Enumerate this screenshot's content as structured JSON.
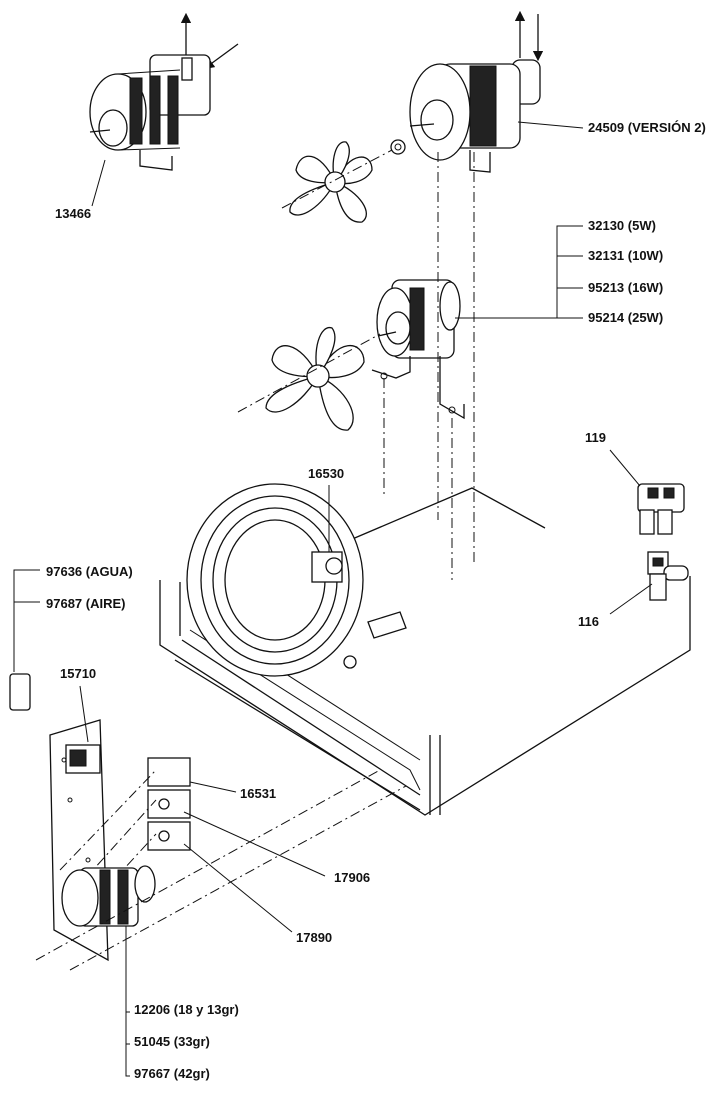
{
  "labels": {
    "p13466": "13466",
    "p24509": "24509 (VERSIÓN 2)",
    "p32130": "32130 (5W)",
    "p32131": "32131 (10W)",
    "p95213": "95213 (16W)",
    "p95214": "95214 (25W)",
    "p119": "119",
    "p16530": "16530",
    "p116": "116",
    "p97636": "97636 (AGUA)",
    "p97687": "97687 (AIRE)",
    "p15710": "15710",
    "p16531": "16531",
    "p17906": "17906",
    "p17890": "17890",
    "p12206": "12206 (18 y 13gr)",
    "p51045": "51045 (33gr)",
    "p97667": "97667 (42gr)"
  }
}
